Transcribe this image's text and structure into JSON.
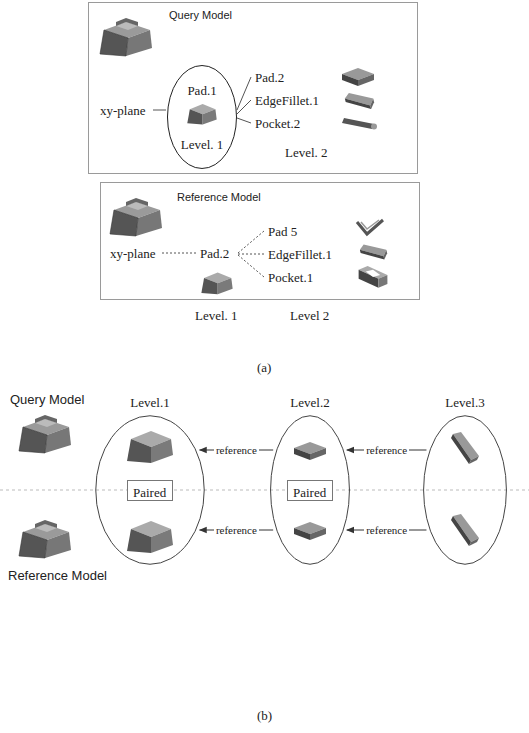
{
  "diagram": {
    "nodes": [
      {
        "text": [
          "Query Model"
        ]
      },
      {
        "text": [
          "Pad.1",
          "Level. 1"
        ],
        "in": 0
      },
      {
        "text": [
          "Reference Model"
        ]
      },
      {
        "text": [
          "Level.1"
        ]
      },
      {
        "text": [
          "Paired"
        ],
        "in": 3
      },
      {
        "text": [
          "Level.2"
        ]
      },
      {
        "text": [
          "Paired"
        ],
        "in": 5
      },
      {
        "text": [
          "Level.3"
        ]
      }
    ],
    "edges": [
      {
        "from": 5,
        "to": 3,
        "label": "reference",
        "arrow": "to"
      },
      {
        "from": 5,
        "to": 3,
        "label": "reference",
        "arrow": "to"
      },
      {
        "from": 7,
        "to": 5,
        "label": "reference",
        "arrow": "to"
      },
      {
        "from": 7,
        "to": 5,
        "label": "reference",
        "arrow": "to"
      }
    ],
    "labels": [
      "xy-plane",
      "Pad.2",
      "EdgeFillet.1",
      "Pocket.2",
      "Level. 2",
      "xy-plane",
      "Pad.2",
      "Level. 1",
      "Pad 5",
      "EdgeFillet.1",
      "Pocket.1",
      "Level 2",
      "(a)",
      "Query Model",
      "Reference Model",
      "(b)"
    ]
  }
}
